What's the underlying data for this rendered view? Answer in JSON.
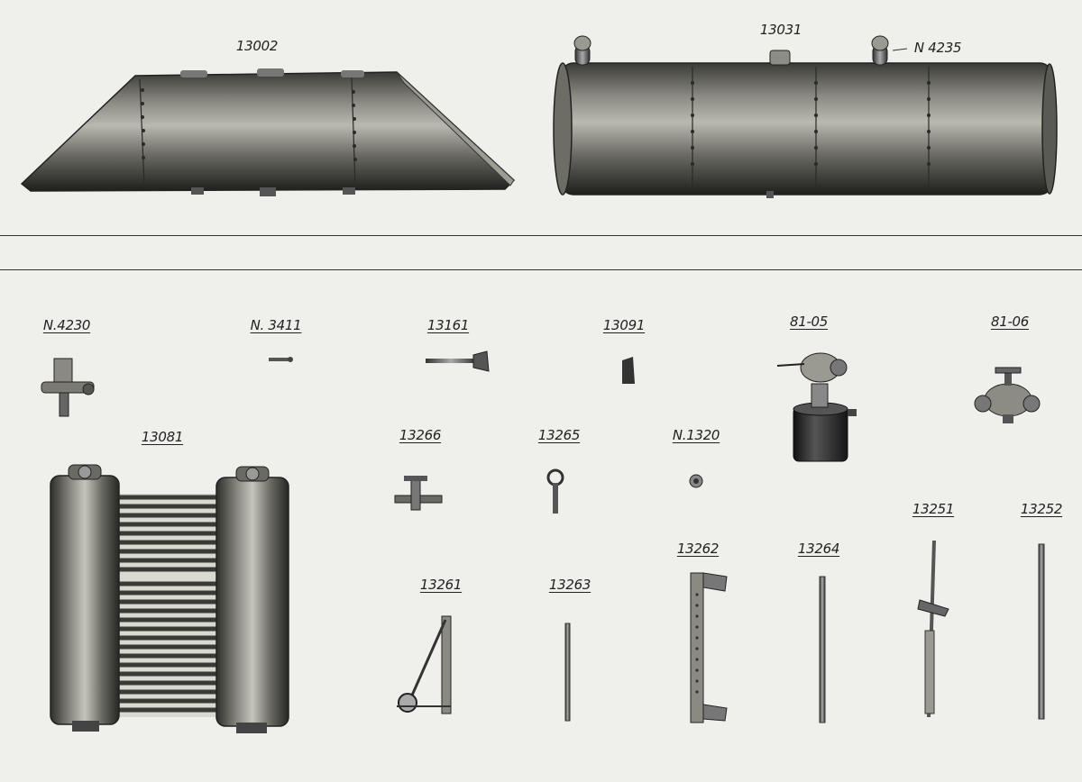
{
  "top_parts": {
    "tank_tapered": "13002",
    "tank_cylinder": "13031",
    "filler_cap": "N 4235"
  },
  "bottom_parts": {
    "n4230": "N.4230",
    "n3411": "N. 3411",
    "p13161": "13161",
    "p13091": "13091",
    "p8105": "81-05",
    "p8106": "81-06",
    "p13081": "13081",
    "p13266": "13266",
    "p13265": "13265",
    "n1320": "N.1320",
    "p13251": "13251",
    "p13252": "13252",
    "p13262": "13262",
    "p13264": "13264",
    "p13261": "13261",
    "p13263": "13263"
  },
  "colors": {
    "paper": "#efefec",
    "ink": "#222222",
    "metal_dark": "#2a2a28",
    "metal_mid": "#6e6e68",
    "metal_light": "#bdbdb5"
  }
}
